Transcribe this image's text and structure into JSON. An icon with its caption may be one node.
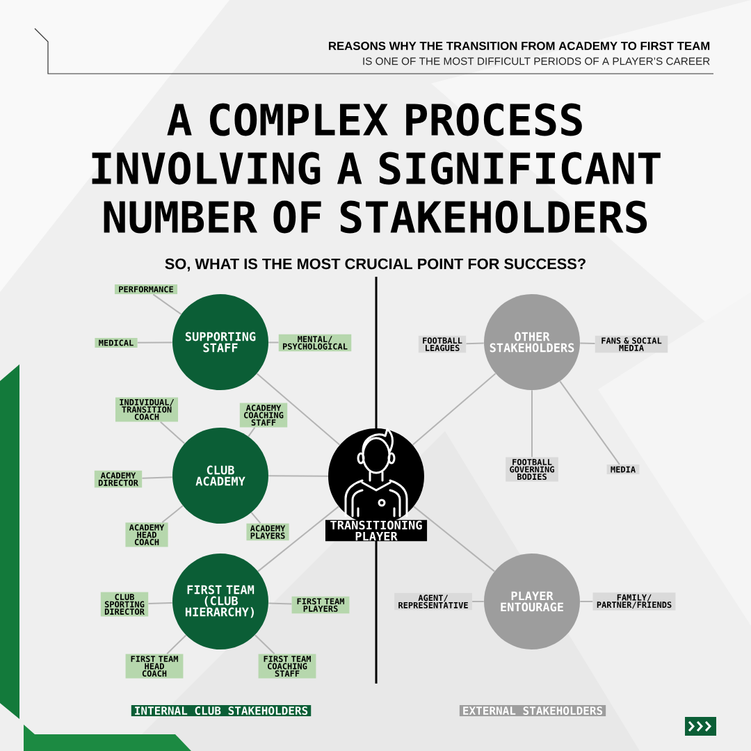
{
  "diagram": {
    "title": "A COMPLEX PROCESS INVOLVING A SIGNIFICANT NUMBER OF STAKEHOLDERS",
    "nodes": [
      {
        "text": [
          "SUPPORTING STAFF"
        ]
      },
      {
        "text": [
          "PERFORMANCE"
        ]
      },
      {
        "text": [
          "MEDICAL"
        ]
      },
      {
        "text": [
          "MENTAL/ PSYCHOLOGICAL"
        ]
      },
      {
        "text": [
          "CLUB ACADEMY"
        ]
      },
      {
        "text": [
          "INDIVIDUAL/ TRANSITION COACH"
        ]
      },
      {
        "text": [
          "ACADEMY COACHING STAFF"
        ]
      },
      {
        "text": [
          "ACADEMY DIRECTOR"
        ]
      },
      {
        "text": [
          "ACADEMY HEAD COACH"
        ]
      },
      {
        "text": [
          "ACADEMY PLAYERS"
        ]
      },
      {
        "text": [
          "FIRST TEAM (CLUB HIERARCHY)"
        ]
      },
      {
        "text": [
          "CLUB SPORTING DIRECTOR"
        ]
      },
      {
        "text": [
          "FIRST TEAM PLAYERS"
        ]
      },
      {
        "text": [
          "FIRST TEAM HEAD COACH"
        ]
      },
      {
        "text": [
          "FIRST TEAM COACHING STAFF"
        ]
      },
      {
        "text": [
          "TRANSITIONING PLAYER"
        ]
      },
      {
        "text": [
          "OTHER STAKEHOLDERS"
        ]
      },
      {
        "text": [
          "FOOTBALL LEAGUES"
        ]
      },
      {
        "text": [
          "FANS & SOCIAL MEDIA"
        ]
      },
      {
        "text": [
          "FOOTBALL GOVERNING BODIES"
        ]
      },
      {
        "text": [
          "MEDIA"
        ]
      },
      {
        "text": [
          "PLAYER ENTOURAGE"
        ]
      },
      {
        "text": [
          "AGENT/ REPRESENTATIVE"
        ]
      },
      {
        "text": [
          "FAMILY/ PARTNER/FRIENDS"
        ]
      }
    ],
    "edges": [
      {
        "from": 0,
        "to": 1,
        "arrow": "none"
      },
      {
        "from": 0,
        "to": 2,
        "arrow": "none"
      },
      {
        "from": 0,
        "to": 3,
        "arrow": "none"
      },
      {
        "from": 0,
        "to": 15,
        "arrow": "none"
      },
      {
        "from": 4,
        "to": 5,
        "arrow": "none"
      },
      {
        "from": 4,
        "to": 6,
        "arrow": "none"
      },
      {
        "from": 4,
        "to": 7,
        "arrow": "none"
      },
      {
        "from": 4,
        "to": 8,
        "arrow": "none"
      },
      {
        "from": 4,
        "to": 9,
        "arrow": "none"
      },
      {
        "from": 4,
        "to": 15,
        "arrow": "none"
      },
      {
        "from": 10,
        "to": 11,
        "arrow": "none"
      },
      {
        "from": 10,
        "to": 12,
        "arrow": "none"
      },
      {
        "from": 10,
        "to": 13,
        "arrow": "none"
      },
      {
        "from": 10,
        "to": 14,
        "arrow": "none"
      },
      {
        "from": 10,
        "to": 15,
        "arrow": "none"
      },
      {
        "from": 16,
        "to": 17,
        "arrow": "none"
      },
      {
        "from": 16,
        "to": 18,
        "arrow": "none"
      },
      {
        "from": 16,
        "to": 19,
        "arrow": "none"
      },
      {
        "from": 16,
        "to": 20,
        "arrow": "none"
      },
      {
        "from": 16,
        "to": 15,
        "arrow": "none"
      },
      {
        "from": 21,
        "to": 22,
        "arrow": "none"
      },
      {
        "from": 21,
        "to": 23,
        "arrow": "none"
      },
      {
        "from": 21,
        "to": 15,
        "arrow": "none"
      }
    ],
    "labels": [
      "REASONS WHY THE TRANSITION FROM ACADEMY TO FIRST TEAM",
      "IS ONE OF THE MOST DIFFICULT PERIODS OF A PLAYER’S CAREER",
      "SO, WHAT IS THE MOST CRUCIAL POINT FOR SUCCESS?",
      "INTERNAL CLUB STAKEHOLDERS",
      "EXTERNAL STAKEHOLDERS"
    ]
  }
}
